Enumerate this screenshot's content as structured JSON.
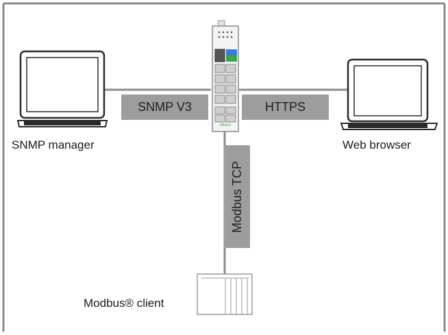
{
  "devices": {
    "snmp_manager": {
      "label": "SNMP manager",
      "icon": "laptop-icon"
    },
    "web_browser": {
      "label": "Web browser",
      "icon": "laptop-icon"
    },
    "switch": {
      "icon": "industrial-switch-icon",
      "brand": "eltoco"
    },
    "modbus_client": {
      "label": "Modbus® client",
      "icon": "controller-icon"
    }
  },
  "connections": {
    "snmp": "SNMP V3",
    "https": "HTTPS",
    "modbus": "Modbus TCP"
  },
  "colors": {
    "border": "#8a8a8a",
    "line": "#8c8c8c",
    "tag_fill": "#9d9d9d",
    "port_blue": "#3a7bd5",
    "port_green": "#3aa64a"
  }
}
